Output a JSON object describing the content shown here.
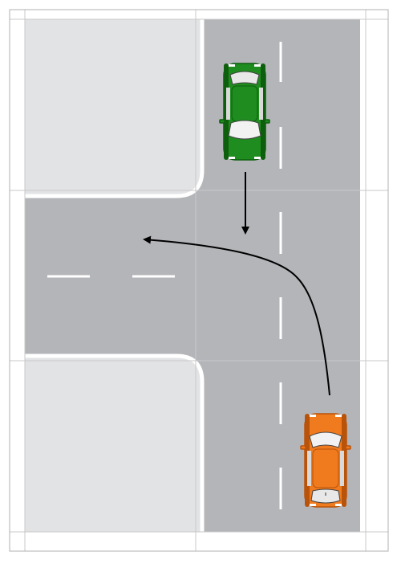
{
  "diagram": {
    "scene": "t-intersection",
    "colors": {
      "road": "#b4b5b9",
      "sidewalk": "#e2e3e5",
      "curb": "#ffffff",
      "lane_marking": "#ffffff",
      "grid_line": "#c9c9c9",
      "border": "#b0b0b0",
      "arrow": "#000000"
    },
    "vehicles": [
      {
        "id": "green-car",
        "color": "#1e8c1e",
        "dark": "#0d5e0d",
        "heading": "south"
      },
      {
        "id": "orange-car",
        "color": "#f07a1e",
        "dark": "#b9530a",
        "heading": "north"
      }
    ],
    "maneuvers": [
      {
        "vehicle": "green-car",
        "action": "straight"
      },
      {
        "vehicle": "orange-car",
        "action": "left-turn"
      }
    ]
  }
}
